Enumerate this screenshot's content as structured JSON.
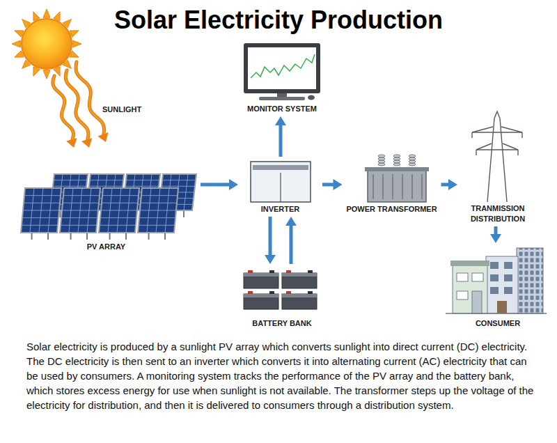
{
  "diagram": {
    "title": "Solar Electricity Production",
    "caption": "Solar electricity is produced by a sunlight PV array which converts sunlight into direct current (DC) electricity. The DC electricity is then sent to an inverter which converts it into alternating current (AC) electricity that can be used by consumers. A monitoring system tracks the performance of the PV array and the battery bank, which stores excess energy for use when sunlight is not available. The transformer steps up the voltage of the electricity for distribution, and then it is delivered to consumers through a distribution system.",
    "nodes": [
      {
        "text": [
          "SUNLIGHT"
        ]
      },
      {
        "text": [
          "PV ARRAY"
        ]
      },
      {
        "text": [
          "MONITOR SYSTEM"
        ]
      },
      {
        "text": [
          "INVERTER"
        ]
      },
      {
        "text": [
          "BATTERY BANK"
        ]
      },
      {
        "text": [
          "POWER TRANSFORMER"
        ]
      },
      {
        "text": [
          "TRANMISSION DISTRIBUTION"
        ]
      },
      {
        "text": [
          "CONSUMER"
        ]
      }
    ],
    "edges": [
      {
        "from": 0,
        "to": 1,
        "arrow": "to"
      },
      {
        "from": 1,
        "to": 3,
        "arrow": "to"
      },
      {
        "from": 3,
        "to": 2,
        "arrow": "to"
      },
      {
        "from": 3,
        "to": 4,
        "arrow": "to"
      },
      {
        "from": 4,
        "to": 3,
        "arrow": "to"
      },
      {
        "from": 3,
        "to": 5,
        "arrow": "to"
      },
      {
        "from": 5,
        "to": 6,
        "arrow": "to"
      },
      {
        "from": 6,
        "to": 7,
        "arrow": "to"
      }
    ]
  }
}
